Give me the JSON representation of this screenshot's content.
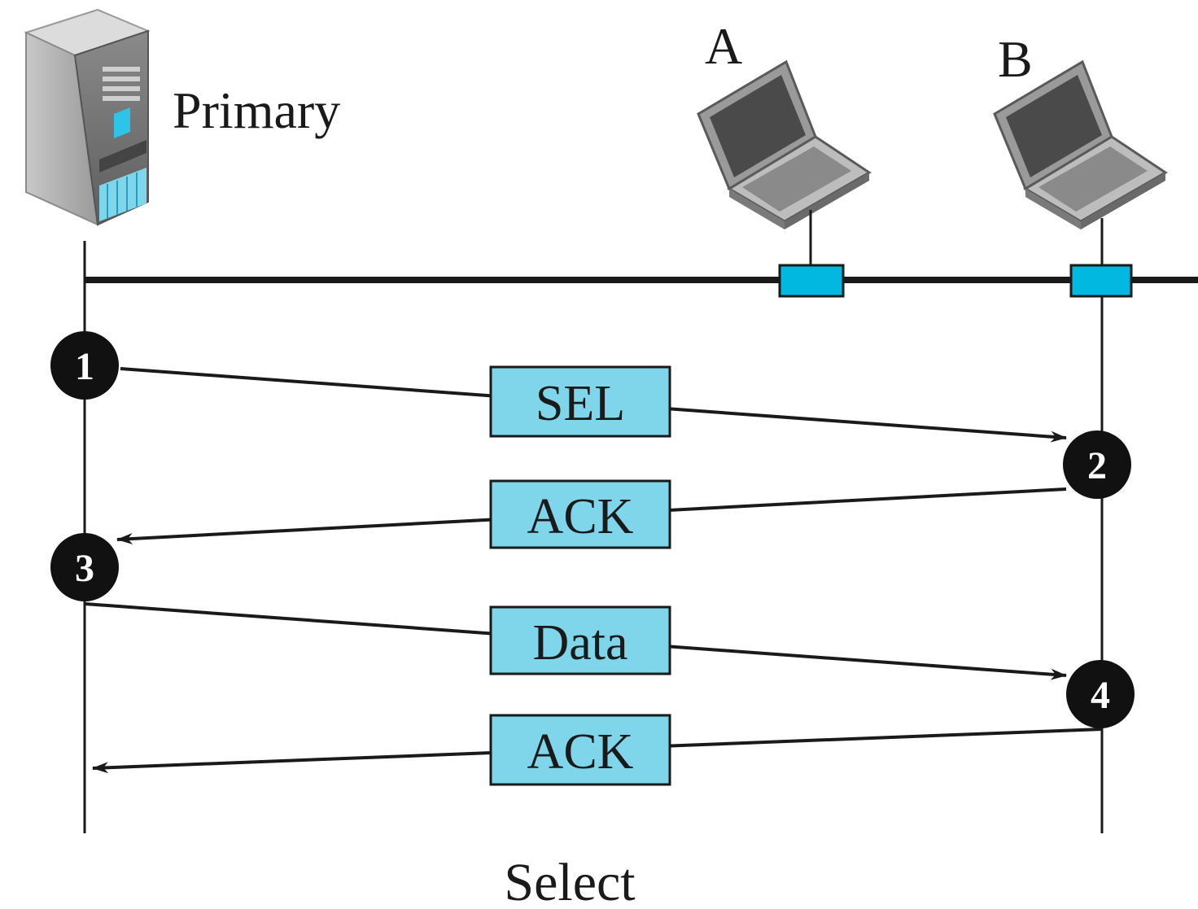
{
  "nodes": {
    "primary": {
      "label": "Primary"
    },
    "station_a": {
      "label": "A"
    },
    "station_b": {
      "label": "B"
    }
  },
  "messages": [
    {
      "label": "SEL",
      "direction": "primary-to-B"
    },
    {
      "label": "ACK",
      "direction": "B-to-primary"
    },
    {
      "label": "Data",
      "direction": "primary-to-B"
    },
    {
      "label": "ACK",
      "direction": "B-to-primary"
    }
  ],
  "steps": [
    "1",
    "2",
    "3",
    "4"
  ],
  "caption": "Select",
  "colors": {
    "frame_fill": "#7fd6ea",
    "tap_fill": "#00b8e0",
    "line": "#1a1a1a",
    "step_fill": "#111111"
  }
}
